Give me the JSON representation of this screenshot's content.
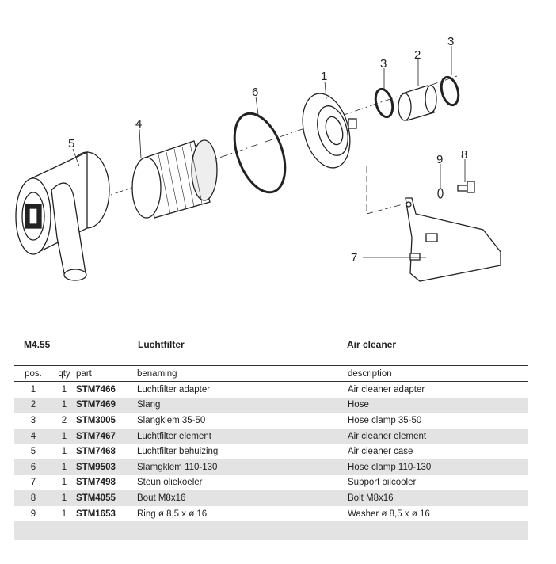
{
  "diagram": {
    "callouts": [
      "1",
      "2",
      "3",
      "3",
      "4",
      "5",
      "6",
      "7",
      "8",
      "9"
    ]
  },
  "header": {
    "code": "M4.55",
    "title_nl": "Luchtfilter",
    "title_en": "Air cleaner"
  },
  "table": {
    "columns": [
      "pos.",
      "qty",
      "part",
      "benaming",
      "description"
    ],
    "rows": [
      [
        "1",
        "1",
        "STM7466",
        "Luchtfilter adapter",
        "Air cleaner adapter"
      ],
      [
        "2",
        "1",
        "STM7469",
        "Slang",
        "Hose"
      ],
      [
        "3",
        "2",
        "STM3005",
        "Slangklem 35-50",
        "Hose clamp 35-50"
      ],
      [
        "4",
        "1",
        "STM7467",
        "Luchtfilter element",
        "Air cleaner element"
      ],
      [
        "5",
        "1",
        "STM7468",
        "Luchtfilter behuizing",
        "Air cleaner case"
      ],
      [
        "6",
        "1",
        "STM9503",
        "Slamgklem 110-130",
        "Hose clamp 110-130"
      ],
      [
        "7",
        "1",
        "STM7498",
        "Steun oliekoeler",
        "Support oilcooler"
      ],
      [
        "8",
        "1",
        "STM4055",
        "Bout M8x16",
        "Bolt M8x16"
      ],
      [
        "9",
        "1",
        "STM1653",
        "Ring ø 8,5 x ø 16",
        "Washer ø 8,5 x ø 16"
      ]
    ]
  }
}
